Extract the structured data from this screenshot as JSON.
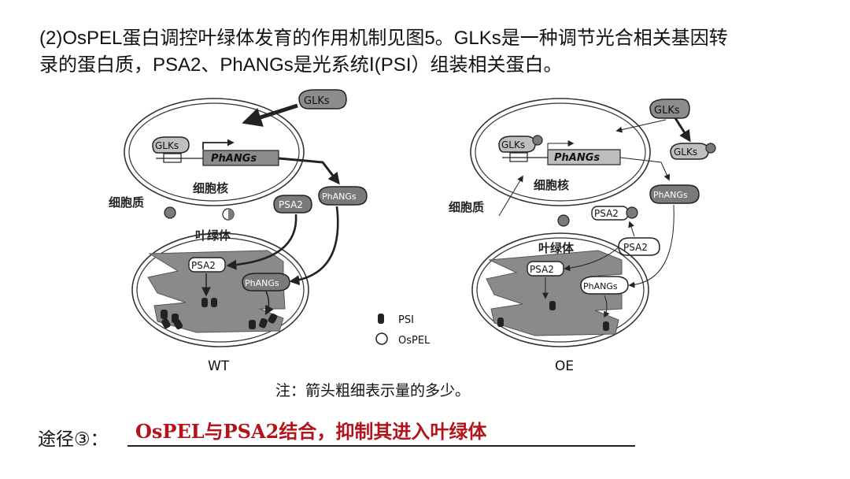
{
  "question": {
    "line1": "(2)OsPEL蛋白调控叶绿体发育的作用机制见图5。GLKs是一种调节光合相关基因转",
    "line2": "录的蛋白质，PSA2、PhANGs是光系统Ⅰ(PSI）组装相关蛋白。"
  },
  "diagram": {
    "labels": {
      "glks": "GLKs",
      "phangs": "PhANGs",
      "psa2": "PSA2",
      "nucleus": "细胞核",
      "cytoplasm": "细胞质",
      "chloroplast": "叶绿体"
    },
    "panels": {
      "wt": "WT",
      "oe": "OE"
    },
    "legend": {
      "psi": "PSI",
      "ospel": "OsPEL"
    },
    "note": "注：箭头粗细表示量的多少。"
  },
  "answer": {
    "label": "途径③：",
    "text": "OsPEL与PSA2结合，抑制其进入叶绿体"
  },
  "colors": {
    "answer_text": "#b3141b",
    "protein_fill": "#7a7a7a",
    "chloroplast_fill": "#8a8a8a"
  }
}
